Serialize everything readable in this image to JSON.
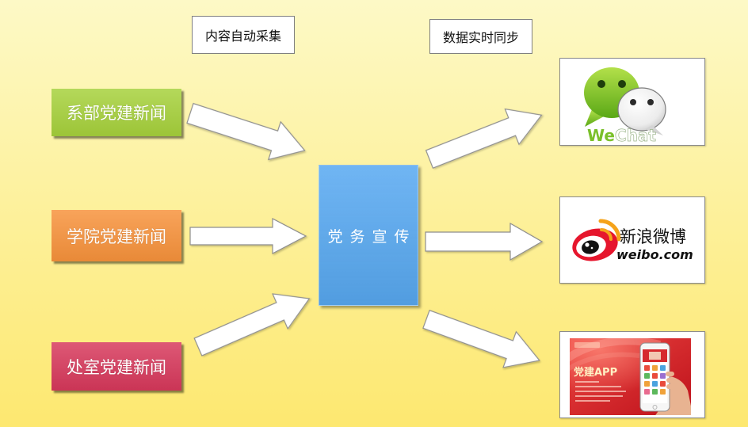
{
  "background": {
    "top": "#fdf9c6",
    "bottom": "#fde870"
  },
  "stages": {
    "collect_label": "内容自动采集",
    "sync_label": "数据实时同步"
  },
  "sources": [
    {
      "label": "系部党建新闻",
      "color": "#a6d13b"
    },
    {
      "label": "学院党建新闻",
      "color": "#f7923b"
    },
    {
      "label": "处室党建新闻",
      "color": "#d7385b"
    }
  ],
  "hub": {
    "label": "党务宣传",
    "color": "#58a9f1"
  },
  "arrows": {
    "fill": "#ffffff",
    "stroke": "#8e8e8e"
  },
  "targets": {
    "wechat": {
      "icon": "wechat-logo-icon",
      "logo_parts": [
        "We",
        "Chat"
      ],
      "brand_color": "#7ac02a"
    },
    "weibo": {
      "icon": "weibo-logo-icon",
      "name": "新浪微博",
      "domain": "weibo.com",
      "brand_color": "#e6162d",
      "accent_color": "#f5a31a"
    },
    "app": {
      "icon": "party-app-promo-image",
      "title": "党建APP",
      "bg_color": "#d8232a"
    }
  }
}
